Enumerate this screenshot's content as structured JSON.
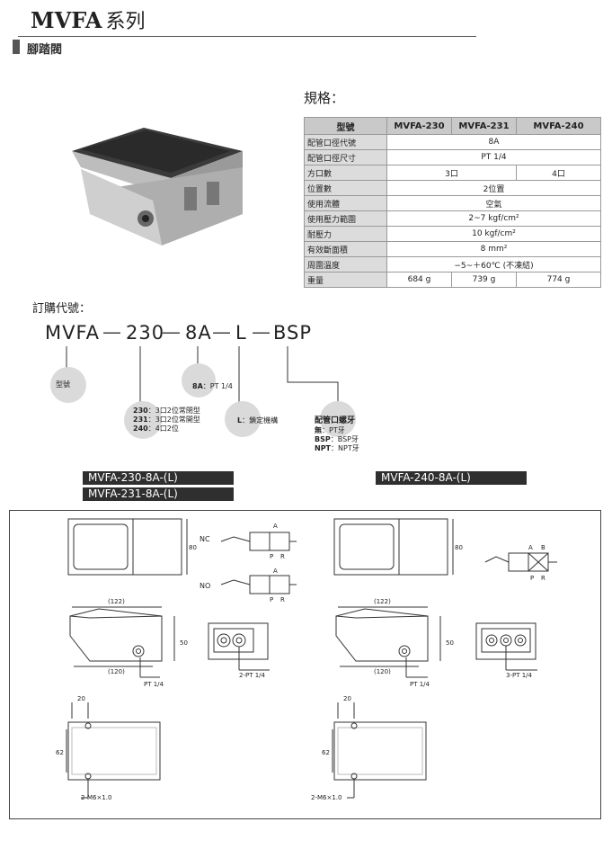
{
  "header": {
    "title_main": "MVFA",
    "title_suffix": "系列",
    "subtitle": "腳踏閥"
  },
  "spec": {
    "label": "規格：",
    "columns": [
      "型號",
      "MVFA-230",
      "MVFA-231",
      "MVFA-240"
    ],
    "rows": [
      {
        "label": "配管口徑代號",
        "value": "8A"
      },
      {
        "label": "配管口徑尺寸",
        "value": "PT 1/4"
      },
      {
        "label": "方口數",
        "v230_231": "3口",
        "v240": "4口"
      },
      {
        "label": "位置數",
        "value": "2位置"
      },
      {
        "label": "使用流體",
        "value": "空氣"
      },
      {
        "label": "使用壓力範圍",
        "value": "2~7 kgf/cm²"
      },
      {
        "label": "耐壓力",
        "value": "10 kgf/cm²"
      },
      {
        "label": "有效斷面積",
        "value": "8 mm²"
      },
      {
        "label": "周圍溫度",
        "value": "−5~＋60℃ (不凍結)"
      },
      {
        "label": "重量",
        "v230": "684 g",
        "v231": "739 g",
        "v240": "774 g"
      }
    ]
  },
  "order": {
    "label": "訂購代號：",
    "segments": [
      "MVFA",
      "230",
      "8A",
      "L",
      "BSP"
    ],
    "dash": "—",
    "notes": {
      "model": "型號",
      "port_code": "8A",
      "port_desc": "：PT 1/4",
      "variants": [
        {
          "code": "230",
          "desc": "：3口2位常閉型"
        },
        {
          "code": "231",
          "desc": "：3口2位常開型"
        },
        {
          "code": "240",
          "desc": "：4口2位"
        }
      ],
      "lock_code": "L",
      "lock_desc": "：鎖定機構",
      "thread_title": "配管口螺牙",
      "threads": [
        {
          "code": "無",
          "desc": "：PT牙"
        },
        {
          "code": "BSP",
          "desc": "：BSP牙"
        },
        {
          "code": "NPT",
          "desc": "：NPT牙"
        }
      ]
    }
  },
  "banners": {
    "left1": "MVFA-230-8A-(L)",
    "left2": "MVFA-231-8A-(L)",
    "right": "MVFA-240-8A-(L)"
  },
  "drawing": {
    "dim_80": "80",
    "dim_122": "(122)",
    "dim_120": "(120)",
    "dim_50": "50",
    "dim_20": "20",
    "dim_62": "62",
    "pt14": "PT 1/4",
    "ports2": "2-PT 1/4",
    "ports3": "3-PT 1/4",
    "mount": "2-M6×1.0",
    "nc": "NC",
    "no": "NO",
    "port_a": "A",
    "port_b": "B",
    "port_p": "P",
    "port_r": "R"
  }
}
